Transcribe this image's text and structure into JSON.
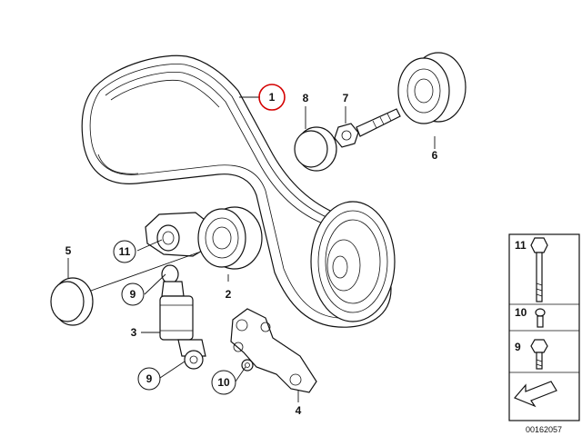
{
  "diagram": {
    "labels": {
      "belt": "1",
      "tensioner_pulley": "2",
      "damper": "3",
      "bracket": "4",
      "cap_left": "5",
      "pulley_right": "6",
      "bolt_top": "7",
      "cap_top": "8",
      "bolt_9_upper": "9",
      "bolt_9_lower": "9",
      "washer_10": "10",
      "bolt_11": "11"
    },
    "legend": {
      "items": [
        {
          "number": "11"
        },
        {
          "number": "10"
        },
        {
          "number": "9"
        }
      ]
    },
    "reference_number": "00162057",
    "highlight_color": "#d40000"
  }
}
